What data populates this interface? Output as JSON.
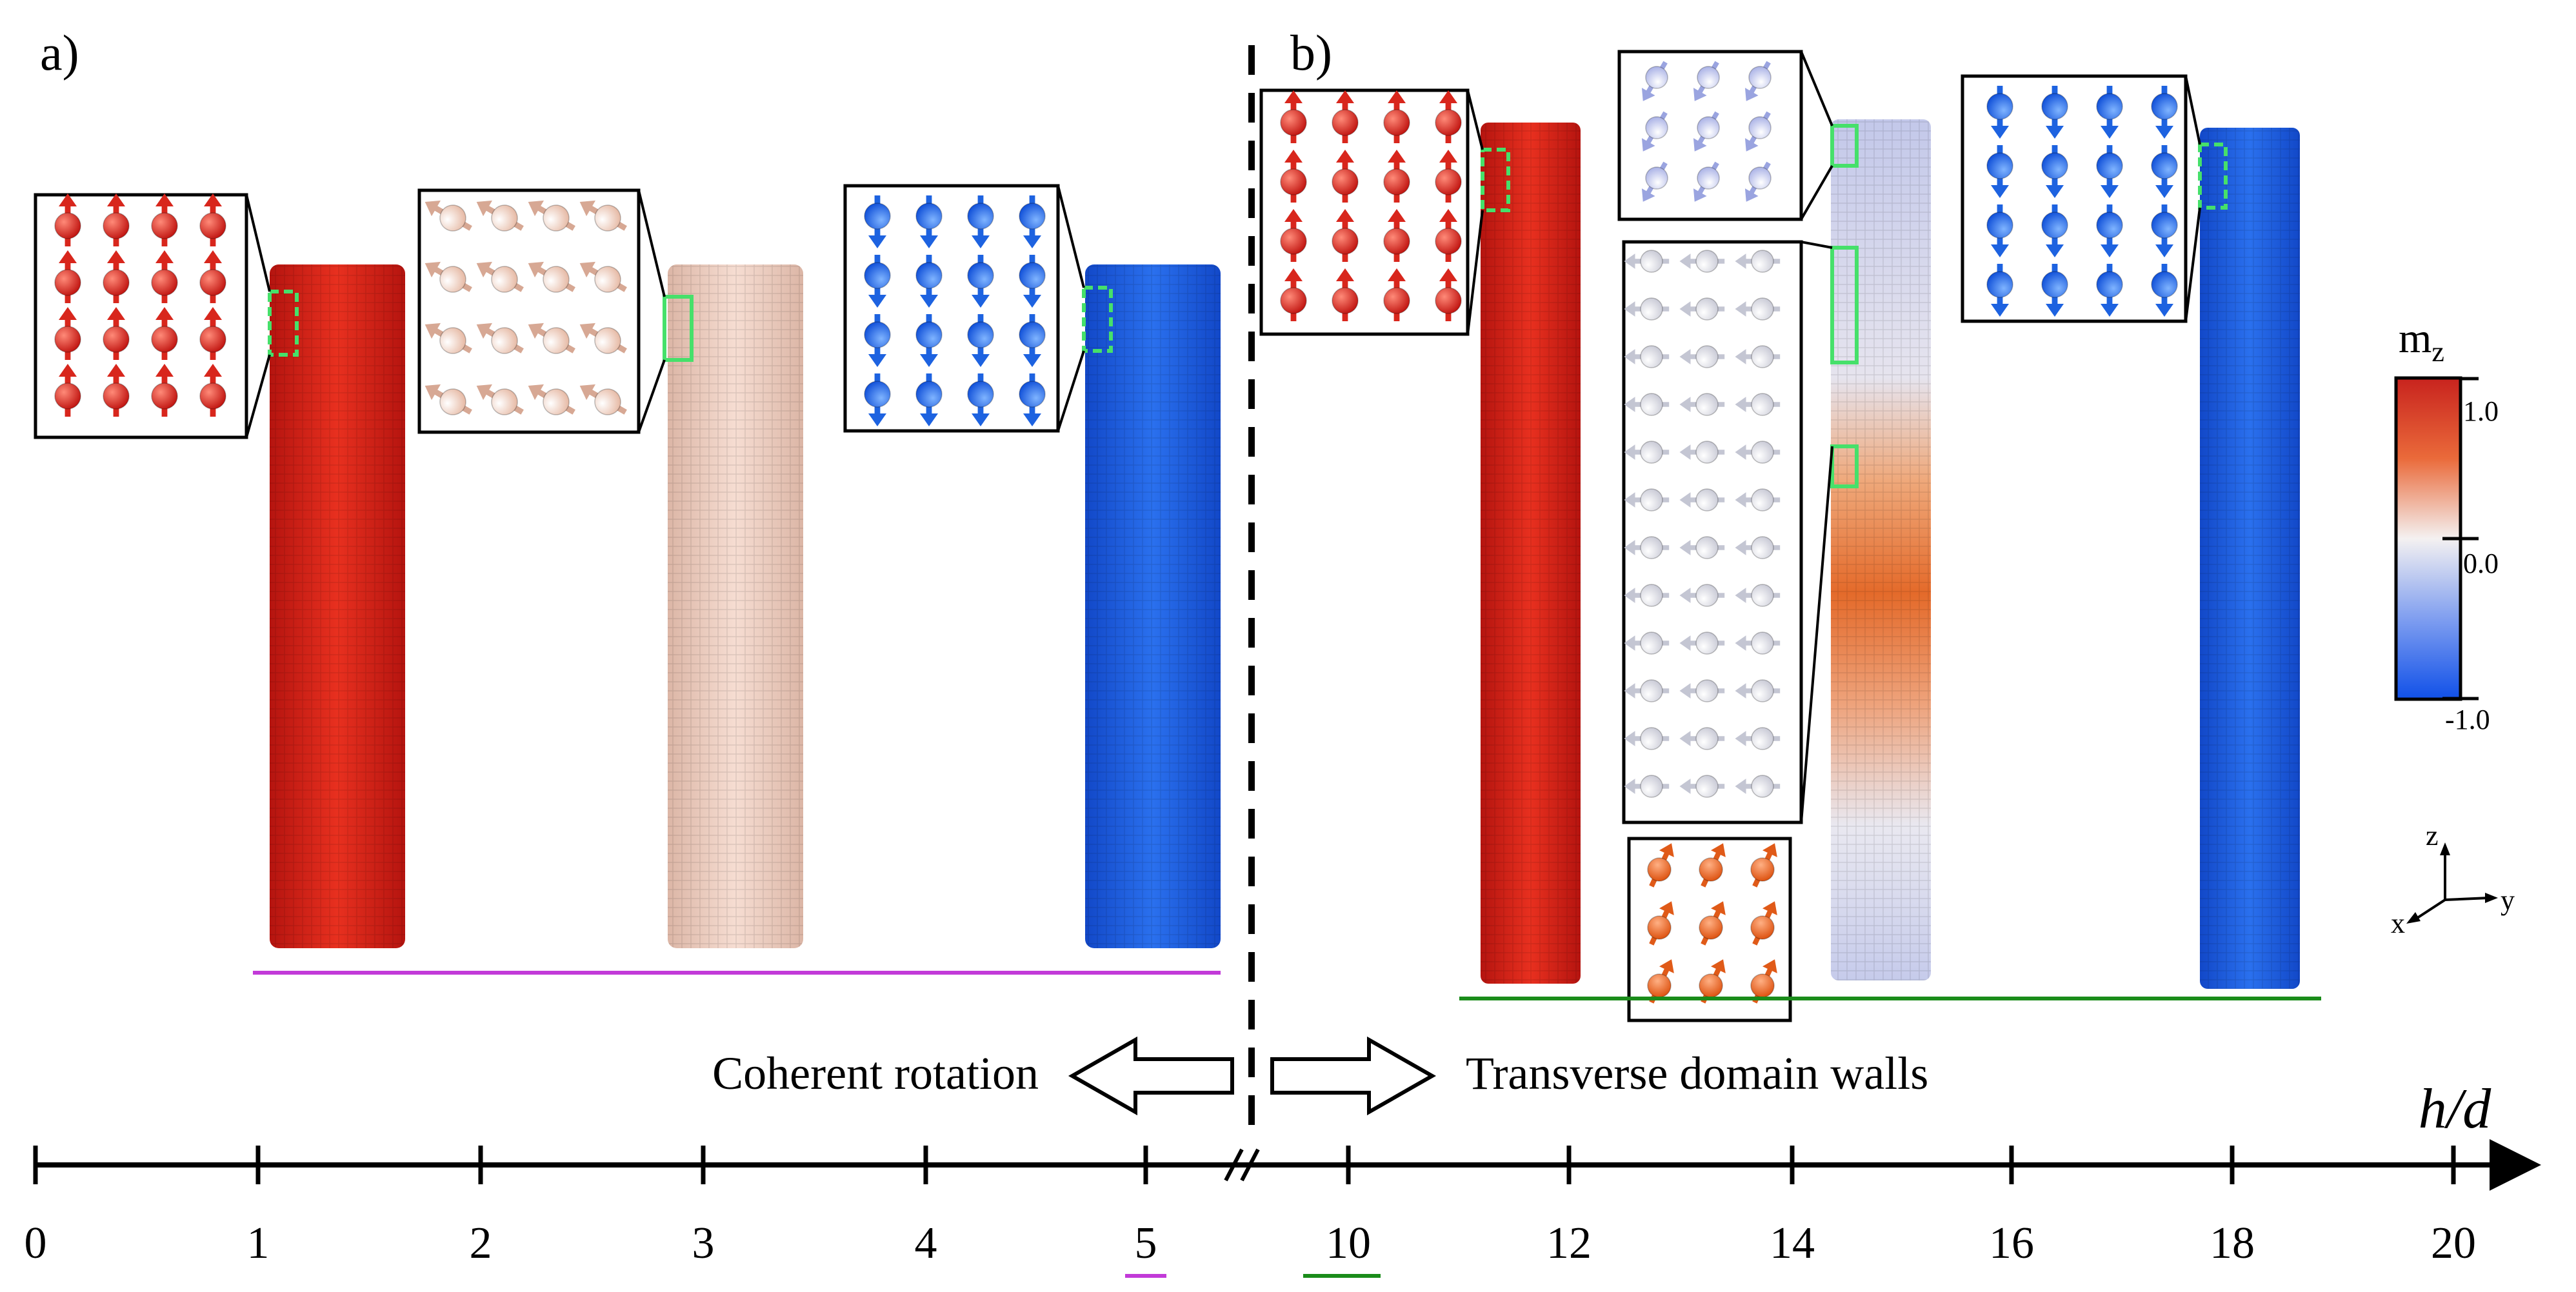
{
  "panels": {
    "a": {
      "label": "a)"
    },
    "b": {
      "label": "b)"
    }
  },
  "regimes": {
    "left": "Coherent rotation",
    "right": "Transverse domain walls"
  },
  "axis": {
    "label": "h/d",
    "ticks": [
      "0",
      "1",
      "2",
      "3",
      "4",
      "5",
      "10",
      "12",
      "14",
      "16",
      "18",
      "20"
    ],
    "break_marker": "//"
  },
  "colorbar": {
    "title": "m",
    "title_sub": "z",
    "tick_labels": [
      "1.0",
      "0.0",
      "-1.0"
    ],
    "colors": {
      "max": "#c8231e",
      "mid": "#f4f1f1",
      "min": "#1050e8"
    }
  },
  "triad": {
    "labels": [
      "z",
      "y",
      "x"
    ]
  },
  "colors": {
    "red": "#d8261c",
    "pale": "#f3d6cc",
    "blue": "#1d62e0",
    "orange": "#ea5a1e",
    "highlight": "#46e06a",
    "underline_a": "#c23ad8",
    "underline_b": "#1a8c1a"
  },
  "insets": {
    "a_up": "spins-up-inset",
    "a_tilted": "spins-tilted-inset",
    "a_down": "spins-down-inset",
    "b_up": "spins-up-inset",
    "b_wall_top": "spins-tilted-inset",
    "b_wall_middle": "spins-inplane-inset",
    "b_wall_bottom": "spins-orange-inset",
    "b_down": "spins-down-inset"
  }
}
